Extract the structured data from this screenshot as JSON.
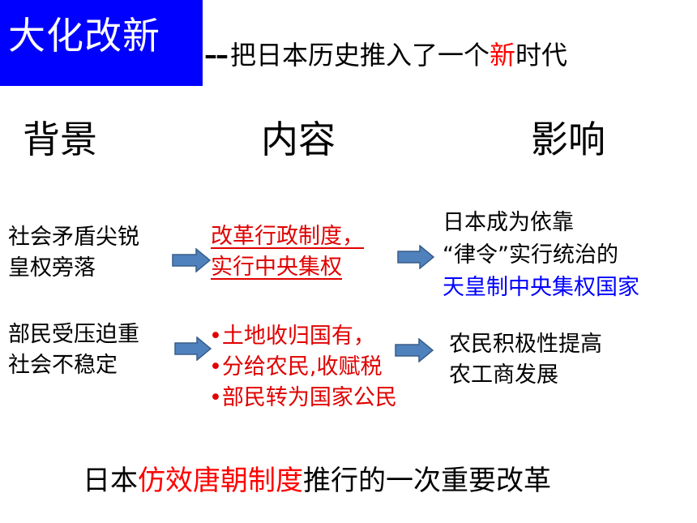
{
  "title": {
    "main": "大化改新",
    "dash": "––",
    "subtitle_pre": "把日本历史推入了一个",
    "subtitle_highlight": "新",
    "subtitle_post": "时代"
  },
  "headings": {
    "background": "背景",
    "content": "内容",
    "impact": "影响"
  },
  "rows": [
    {
      "background": [
        "社会矛盾尖锐",
        "皇权旁落"
      ],
      "content": [
        "改革行政制度，",
        "实行中央集权"
      ],
      "impact": [
        "日本成为依靠",
        "“律令”实行统治的",
        "天皇制中央集权国家"
      ]
    },
    {
      "background": [
        "部民受压迫重",
        "社会不稳定"
      ],
      "content": [
        "•土地收归国有，",
        "•分给农民,收赋税",
        "•部民转为国家公民"
      ],
      "impact": [
        "农民积极性提高",
        "农工商发展"
      ]
    }
  ],
  "summary": {
    "pre": "日本",
    "highlight": "仿效唐朝制度",
    "post": "推行的一次重要改革"
  },
  "colors": {
    "title_bg": "#0000ff",
    "highlight_red": "#ff0000",
    "content_red": "#e00000",
    "impact_blue": "#0000ff",
    "arrow_fill": "#4f81bd",
    "arrow_stroke": "#385d8a"
  },
  "icons": {
    "arrow": "right-arrow-icon"
  }
}
